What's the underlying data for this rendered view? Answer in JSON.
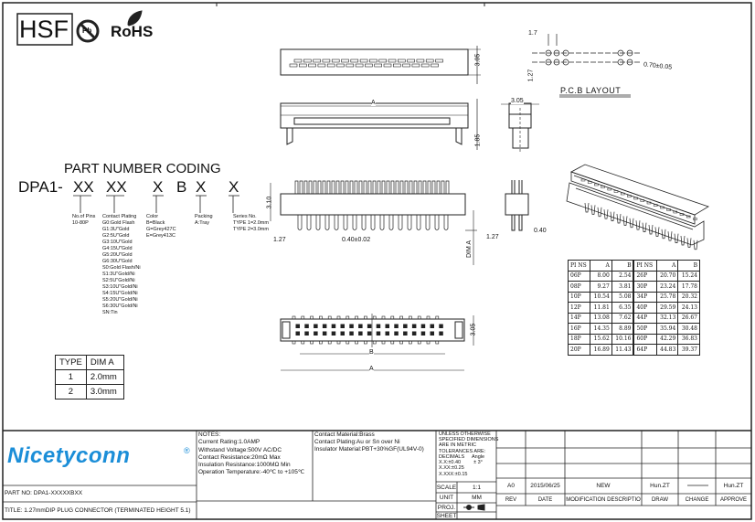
{
  "logos": {
    "hsf": "HSF",
    "pb": "Pb",
    "rohs": "RoHS",
    "company": "Nicetyconn",
    "registered": "®"
  },
  "views": {
    "top_height": "3.05",
    "front_length": "A",
    "front_leg": "1.85",
    "side_width": "3.05",
    "pcb": {
      "pitch_x": "1.7",
      "pitch_y": "1.27",
      "hole": "0.70±0.05",
      "title": "P.C.B LAYOUT"
    },
    "elevation": {
      "height": "3.10",
      "pitch": "1.27",
      "pin_width": "0.40±0.02",
      "dim": "DIM A"
    },
    "end_view": {
      "pitch": "1.27",
      "pin": "0.40"
    },
    "bottom": {
      "length_a": "A",
      "length_b": "B",
      "height": "3.05"
    }
  },
  "part_number_coding": {
    "title": "PART NUMBER CODING",
    "prefix": "DPA1-",
    "segments": [
      {
        "code": "XX",
        "lines": [
          "No.of Pins",
          "10-80P"
        ]
      },
      {
        "code": "XX",
        "lines": [
          "Contact Plating",
          "G0:Gold Flash",
          "G1:3U\"Gold",
          "G2:5U\"Gold",
          "G3:10U\"Gold",
          "G4:15U\"Gold",
          "G5:20U\"Gold",
          "G6:30U\"Gold",
          "S0:Gold Flash/Ni",
          "S1:3U\"Gold/Ni",
          "S2:5U\"Gold/Ni",
          "S3:10U\"Gold/Ni",
          "S4:15U\"Gold/Ni",
          "S5:20U\"Gold/Ni",
          "S6:30U\"Gold/Ni",
          "SN:Tin"
        ]
      },
      {
        "code": "X",
        "lines": [
          "Color",
          "B=Black",
          "G=Grey427C",
          "E=Grey413C"
        ]
      },
      {
        "code": "B",
        "lines": []
      },
      {
        "code": "X",
        "lines": [
          "Packing",
          "A:Tray"
        ]
      },
      {
        "code": "X",
        "lines": [
          "Series No.",
          "TYPE 1=2.0mm",
          "TYPE 2=3.0mm"
        ]
      }
    ]
  },
  "type_table": {
    "headers": [
      "TYPE",
      "DIM  A"
    ],
    "rows": [
      [
        "1",
        "2.0mm"
      ],
      [
        "2",
        "3.0mm"
      ]
    ]
  },
  "pin_table": {
    "headers": [
      "PI NS",
      "A",
      "B",
      "PI NS",
      "A",
      "B"
    ],
    "rows": [
      [
        "06P",
        "8.00",
        "2.54",
        "26P",
        "20.70",
        "15.24"
      ],
      [
        "08P",
        "9.27",
        "3.81",
        "30P",
        "23.24",
        "17.78"
      ],
      [
        "10P",
        "10.54",
        "5.08",
        "34P",
        "25.78",
        "20.32"
      ],
      [
        "12P",
        "11.81",
        "6.35",
        "40P",
        "29.59",
        "24.13"
      ],
      [
        "14P",
        "13.08",
        "7.62",
        "44P",
        "32.13",
        "26.67"
      ],
      [
        "16P",
        "14.35",
        "8.89",
        "50P",
        "35.94",
        "30.48"
      ],
      [
        "18P",
        "15.62",
        "10.16",
        "60P",
        "42.29",
        "36.83"
      ],
      [
        "20P",
        "16.89",
        "11.43",
        "64P",
        "44.83",
        "39.37"
      ]
    ]
  },
  "title_block": {
    "part_no": "PART NO: DPA1-XXXXXBXX",
    "title": "TITLE: 1.27mmDIP PLUG CONNECTOR  (TERMINATED HEIGHT 5.1)",
    "notes": [
      "NOTES:",
      "Current Rating:1.0AMP",
      "Withstand Voltage:500V AC/DC",
      "Contact Resistance:20mΩ Max",
      "Insulation Resistance:1000MΩ Min",
      "Operation Temperature:-40℃ to +105℃"
    ],
    "materials": [
      "Contact Material:Brass",
      "Contact Plating:Au or Sn over Ni",
      "Insulator Material:PBT+30%GF(UL94V-0)"
    ],
    "tolerance": [
      "UNLESS OTHERWISE",
      "SPECIFIED DIMENSIONS",
      "ARE IN METRIC",
      "TOLERANCES  ARE:"
    ],
    "decimals": [
      "DECIMALS",
      "X.X:±0.40",
      "X.XX:±0.25",
      "X.XXX:±0.15"
    ],
    "angle": [
      "Angle",
      "± 3°"
    ],
    "scale_label": "SCALE",
    "scale": "1:1",
    "unit_label": "UNIT",
    "unit": "MM",
    "proj_label": "PROJ.",
    "sheet_label": "SHEET",
    "revision": {
      "rev": "A0",
      "date": "2015/06/25",
      "description": "NEW",
      "draw": "Hun.ZT",
      "change": "———",
      "approve": "Hun.ZT"
    },
    "revision_headers": [
      "REV",
      "DATE",
      "MODIFICATION DESCRIPTIO",
      "DRAW",
      "CHANGE",
      "APPROVE"
    ]
  },
  "colors": {
    "brand": "#1b8ed8",
    "line": "#222222"
  }
}
